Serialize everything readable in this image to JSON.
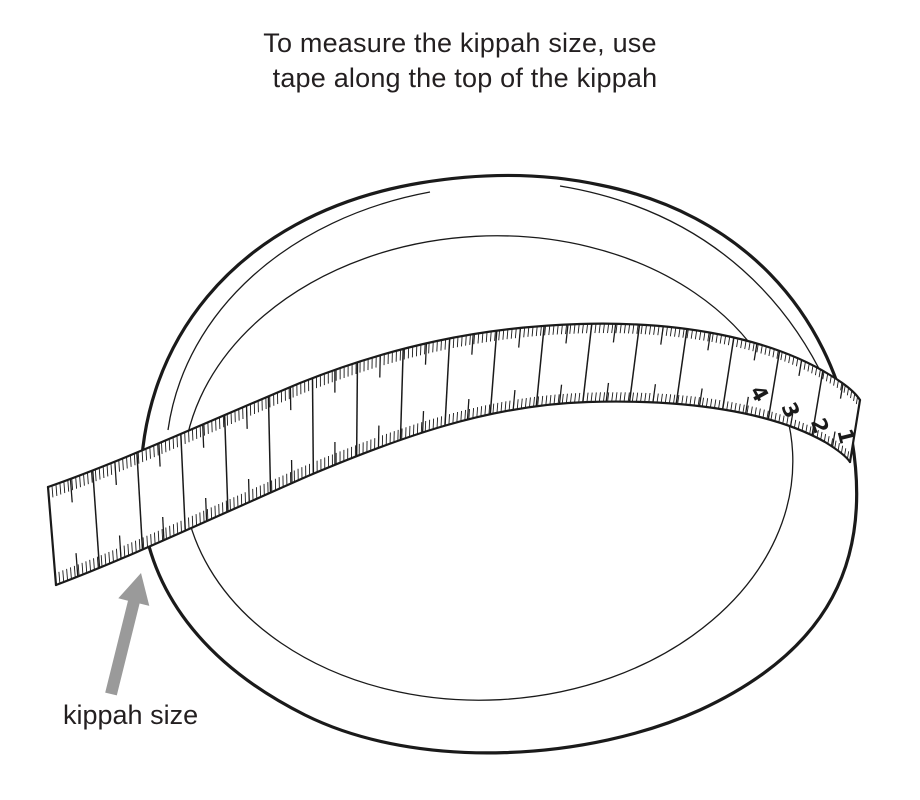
{
  "title": {
    "line1": "To measure the kippah size, use",
    "line2": "tape along the top of the kippah"
  },
  "label": {
    "kippah_size": "kippah size"
  },
  "tape": {
    "numbers": [
      "1",
      "2",
      "3",
      "4"
    ]
  },
  "colors": {
    "ink": "#1a1a1a",
    "arrow": "#9a9a9a",
    "background": "#ffffff"
  }
}
